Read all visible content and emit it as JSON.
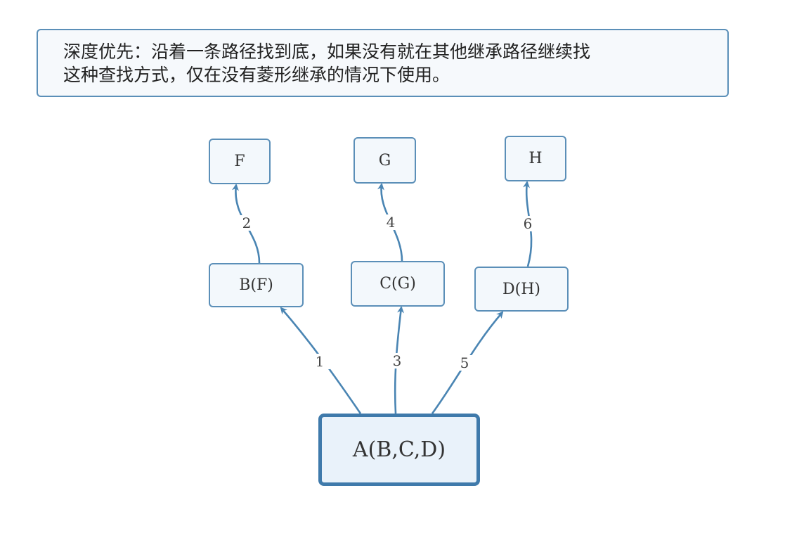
{
  "note": {
    "lines": [
      "深度优先：沿着一条路径找到底，如果没有就在其他继承路径继续找",
      "这种查找方式，仅在没有菱形继承的情况下使用。"
    ]
  },
  "nodes": {
    "f": "F",
    "g": "G",
    "h": "H",
    "b": "B(F)",
    "c": "C(G)",
    "d": "D(H)",
    "a": "A(B,C,D)"
  },
  "edges": [
    {
      "from": "a",
      "to": "b",
      "label": "1"
    },
    {
      "from": "b",
      "to": "f",
      "label": "2"
    },
    {
      "from": "a",
      "to": "c",
      "label": "3"
    },
    {
      "from": "c",
      "to": "g",
      "label": "4"
    },
    {
      "from": "a",
      "to": "d",
      "label": "5"
    },
    {
      "from": "d",
      "to": "h",
      "label": "6"
    }
  ],
  "colors": {
    "border": "#5b8fb8",
    "arrow": "#4a85b3",
    "root_border": "#3f7aab"
  }
}
